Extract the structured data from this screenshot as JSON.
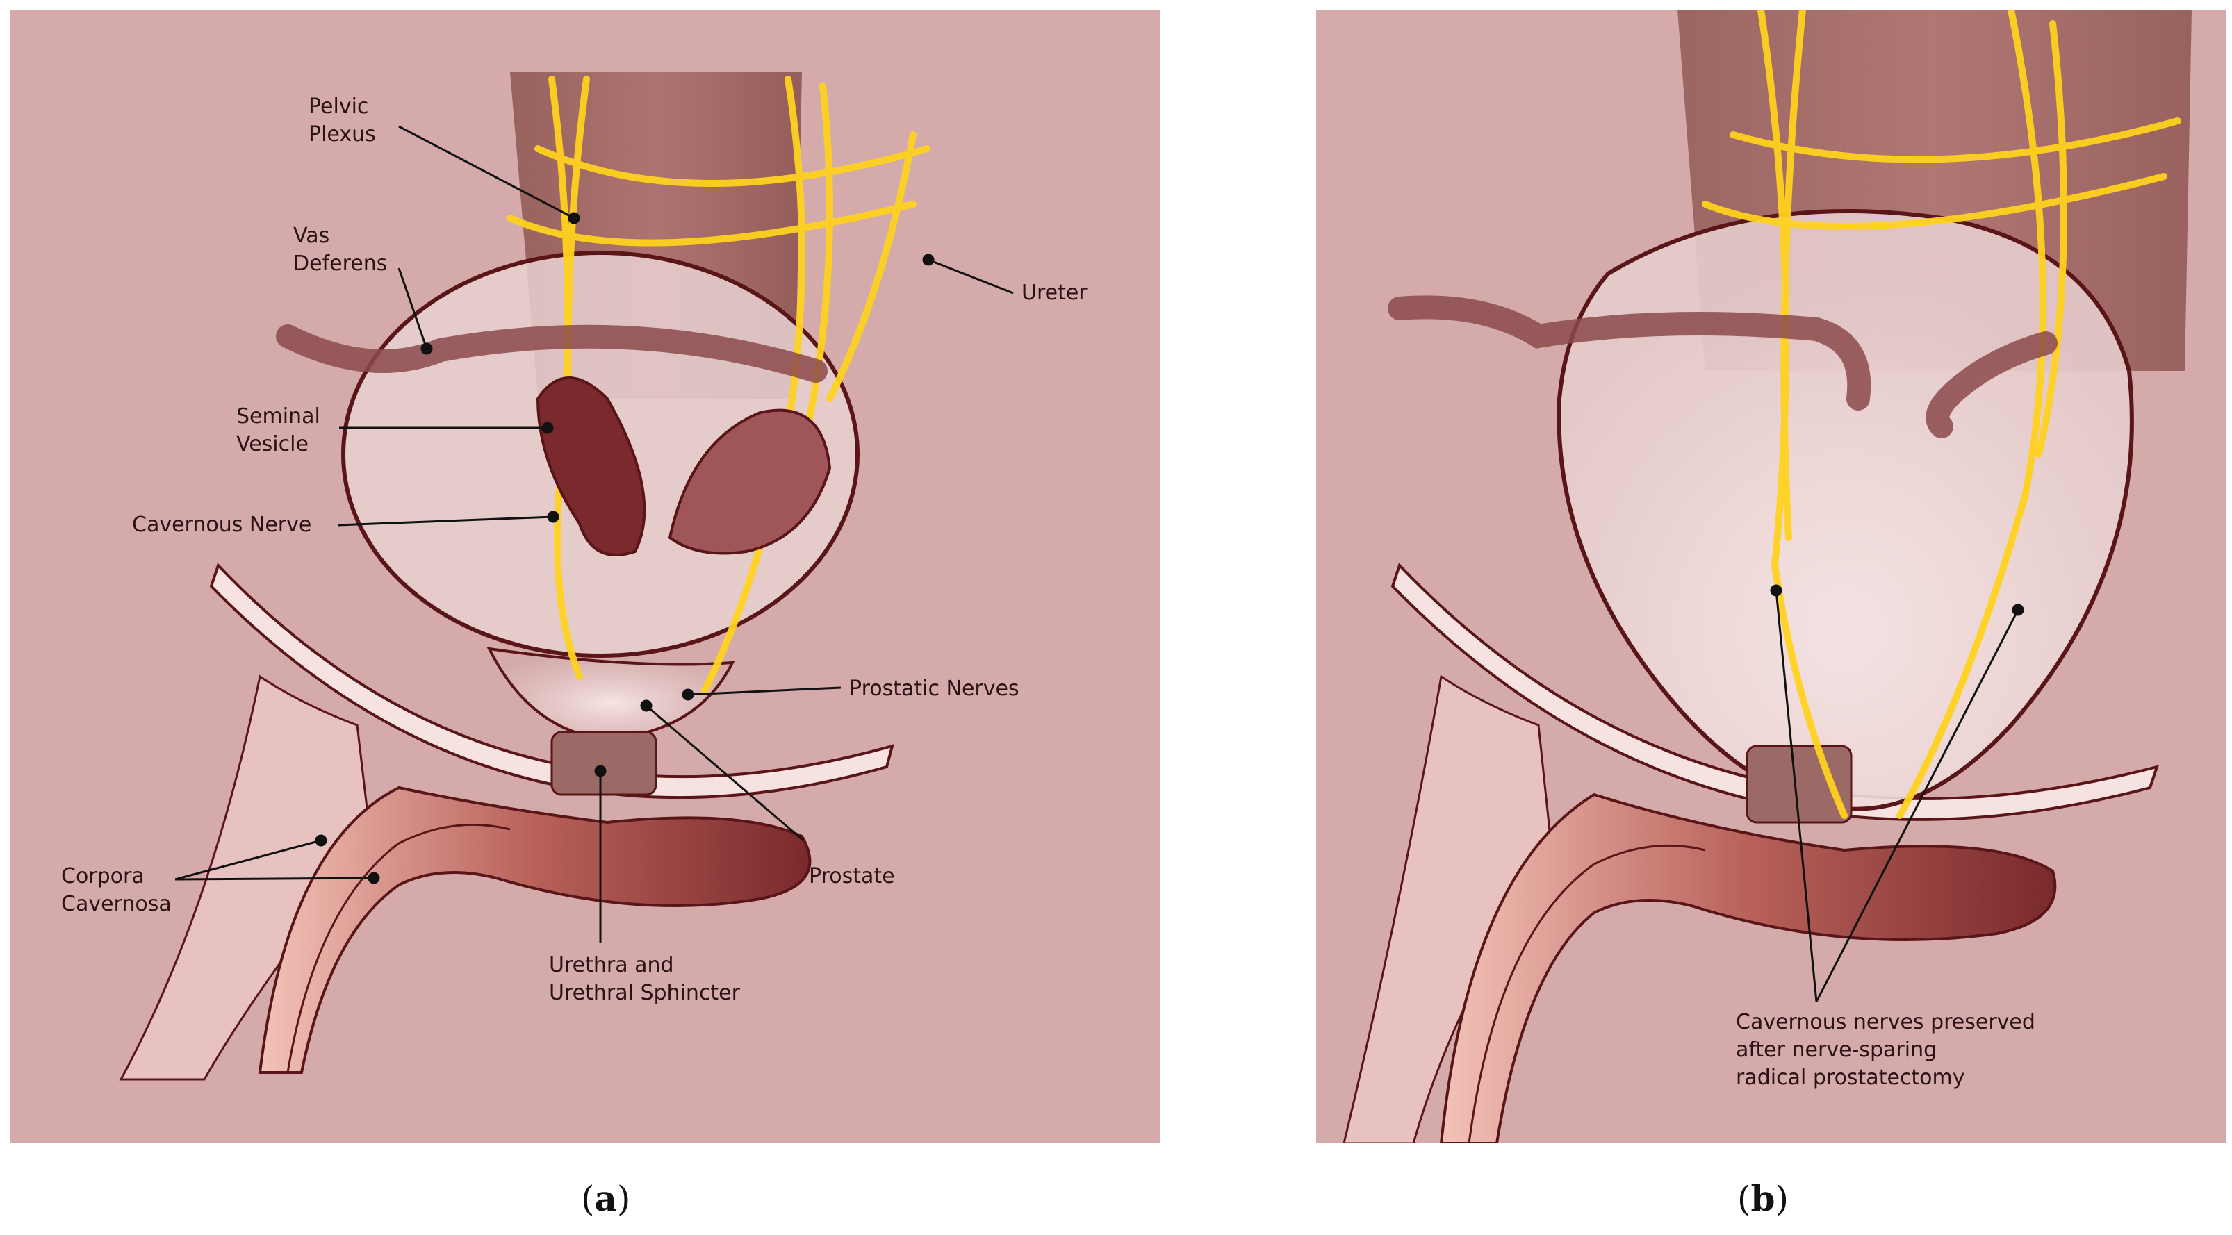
{
  "panel_a": {
    "labels": {
      "pelvic_plexus": [
        "Pelvic",
        "Plexus"
      ],
      "vas_deferens": [
        "Vas",
        "Deferens"
      ],
      "seminal_vesicle": [
        "Seminal",
        "Vesicle"
      ],
      "cavernous_nerve": "Cavernous Nerve",
      "ureter": "Ureter",
      "prostatic_nerves": "Prostatic Nerves",
      "prostate": "Prostate",
      "corpora_cavernosa": [
        "Corpora",
        "Cavernosa"
      ],
      "urethra": [
        "Urethra and",
        "Urethral Sphincter"
      ]
    },
    "caption": "a"
  },
  "panel_b": {
    "note": [
      "Cavernous nerves preserved",
      "after nerve-sparing",
      "radical prostatectomy"
    ],
    "caption": "b"
  },
  "colors": {
    "background": "#d4aaaa",
    "tissue_dark": "#6b1e22",
    "tissue_mid": "#9c4a4a",
    "nerve": "#ffd21f",
    "outline": "#5a1518"
  }
}
